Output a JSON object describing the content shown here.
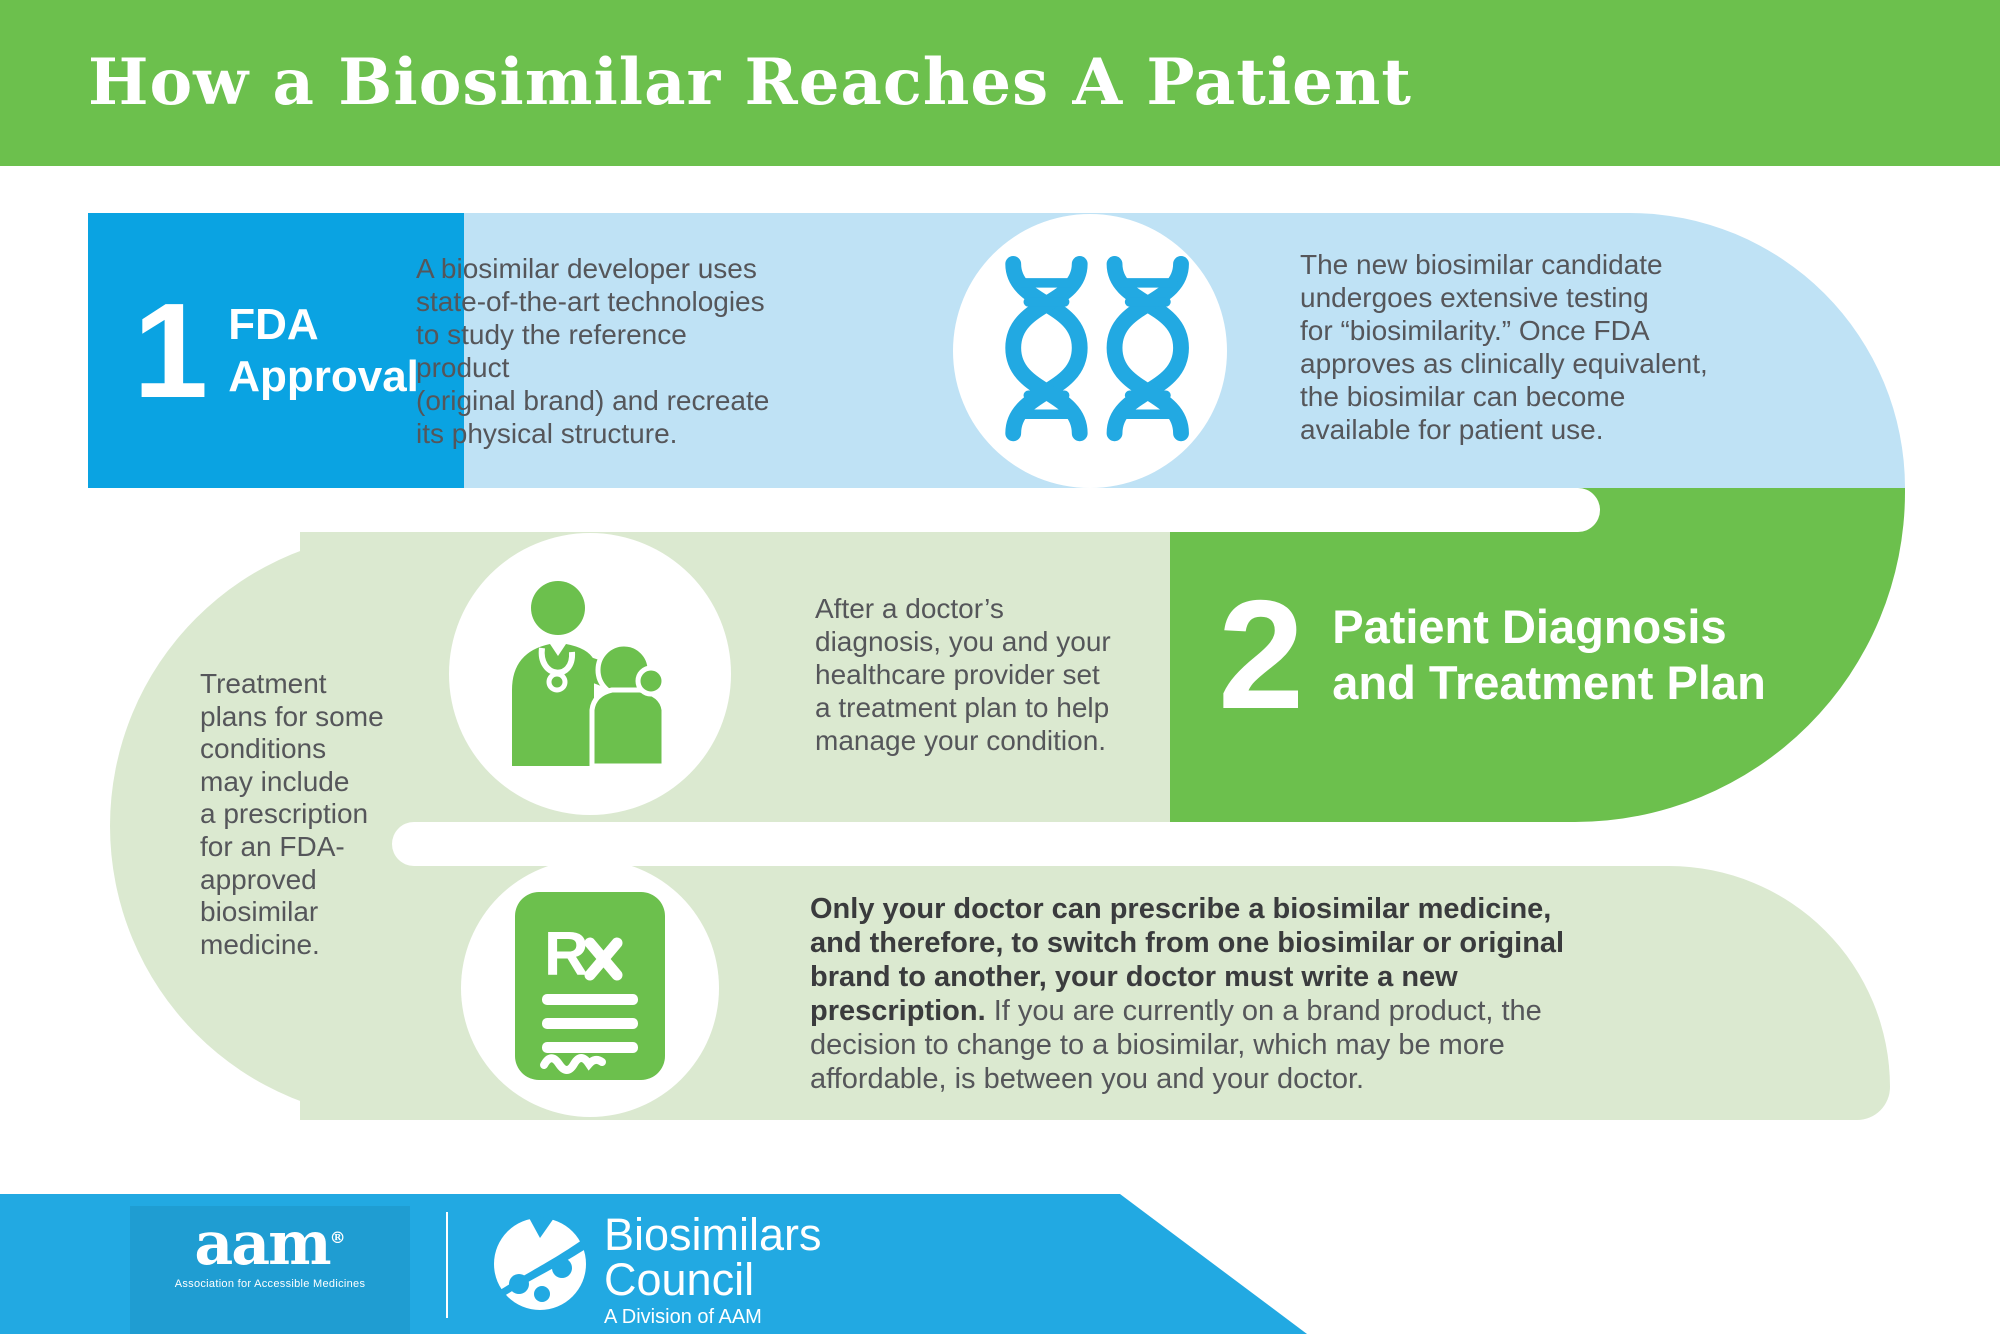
{
  "header": {
    "title": "How a Biosimilar Reaches A Patient"
  },
  "step1": {
    "number": "1",
    "label": "FDA\nApproval",
    "desc_left": "A biosimilar developer uses\nstate-of-the-art technologies\nto study the reference product\n(original brand) and recreate\nits physical structure.",
    "desc_right": "The new biosimilar candidate\nundergoes extensive testing\nfor “biosimilarity.” Once FDA\napproves as clinically equivalent,\nthe biosimilar can become\navailable for patient use."
  },
  "step2": {
    "number": "2",
    "label": "Patient Diagnosis\nand Treatment Plan",
    "desc": "After a doctor’s\ndiagnosis, you and your\nhealthcare provider set\na treatment plan to help\nmanage your condition.",
    "side_note": "Treatment\nplans for some\nconditions\nmay include\na prescription\nfor an FDA-\napproved\nbiosimilar\nmedicine."
  },
  "step3": {
    "bold_text": "Only your doctor can prescribe a biosimilar medicine, and therefore, to switch from one biosimilar or original brand to another, your doctor must write a new prescription.",
    "regular_text": " If you are currently on a brand product, the decision to change to a biosimilar, which may be more affordable, is between you and your doctor."
  },
  "footer": {
    "aam_wordmark": "aam",
    "aam_reg": "®",
    "aam_caption": "Association for Accessible Medicines",
    "council_line1": "Biosimilars",
    "council_line2": "Council",
    "council_caption": "A Division of AAM"
  },
  "icons": {
    "step1": "dna-icon",
    "step2": "doctor-patient-icon",
    "step3": "rx-prescription-icon",
    "footer": "council-globe-icon"
  },
  "colors": {
    "header_green": "#6cc04d",
    "solid_green": "#6cc04d",
    "pale_green": "#dbe9d0",
    "step_blue": "#0aa3e2",
    "light_blue": "#bfe2f5",
    "footer_blue": "#22a9e2",
    "body_text": "#55565a",
    "bold_text": "#3a3b3d"
  }
}
